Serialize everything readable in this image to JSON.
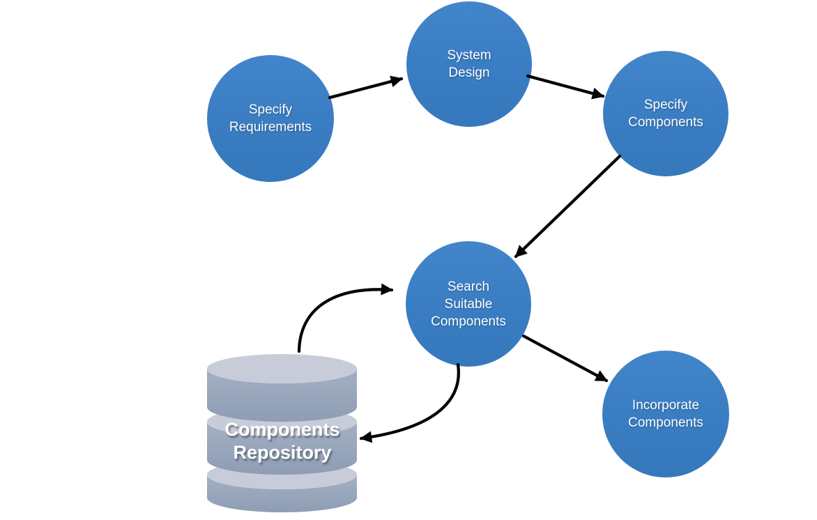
{
  "diagram": {
    "type": "flowchart",
    "background_color": "#ffffff",
    "node_fill_color": "#3b7ec3",
    "node_text_color": "#ffffff",
    "arrow_color": "#000000",
    "repository_top_color": "#c7ccd8",
    "repository_body_color": "#97a6bc",
    "nodes": [
      {
        "id": "specify-requirements",
        "shape": "circle",
        "lines": [
          "Specify",
          "Requirements"
        ]
      },
      {
        "id": "system-design",
        "shape": "circle",
        "lines": [
          "System",
          "Design"
        ]
      },
      {
        "id": "specify-components",
        "shape": "circle",
        "lines": [
          "Specify",
          "Components"
        ]
      },
      {
        "id": "search-suitable-components",
        "shape": "circle",
        "lines": [
          "Search",
          "Suitable",
          "Components"
        ]
      },
      {
        "id": "incorporate-components",
        "shape": "circle",
        "lines": [
          "Incorporate",
          "Components"
        ]
      }
    ],
    "repository": {
      "id": "components-repository",
      "shape": "database-cylinder",
      "lines": [
        "Components",
        "Repository"
      ]
    },
    "edges": [
      {
        "from": "specify-requirements",
        "to": "system-design",
        "style": "straight"
      },
      {
        "from": "system-design",
        "to": "specify-components",
        "style": "straight"
      },
      {
        "from": "specify-components",
        "to": "search-suitable-components",
        "style": "straight"
      },
      {
        "from": "search-suitable-components",
        "to": "incorporate-components",
        "style": "straight"
      },
      {
        "from": "components-repository",
        "to": "search-suitable-components",
        "style": "curved"
      },
      {
        "from": "search-suitable-components",
        "to": "components-repository",
        "style": "curved"
      }
    ]
  }
}
